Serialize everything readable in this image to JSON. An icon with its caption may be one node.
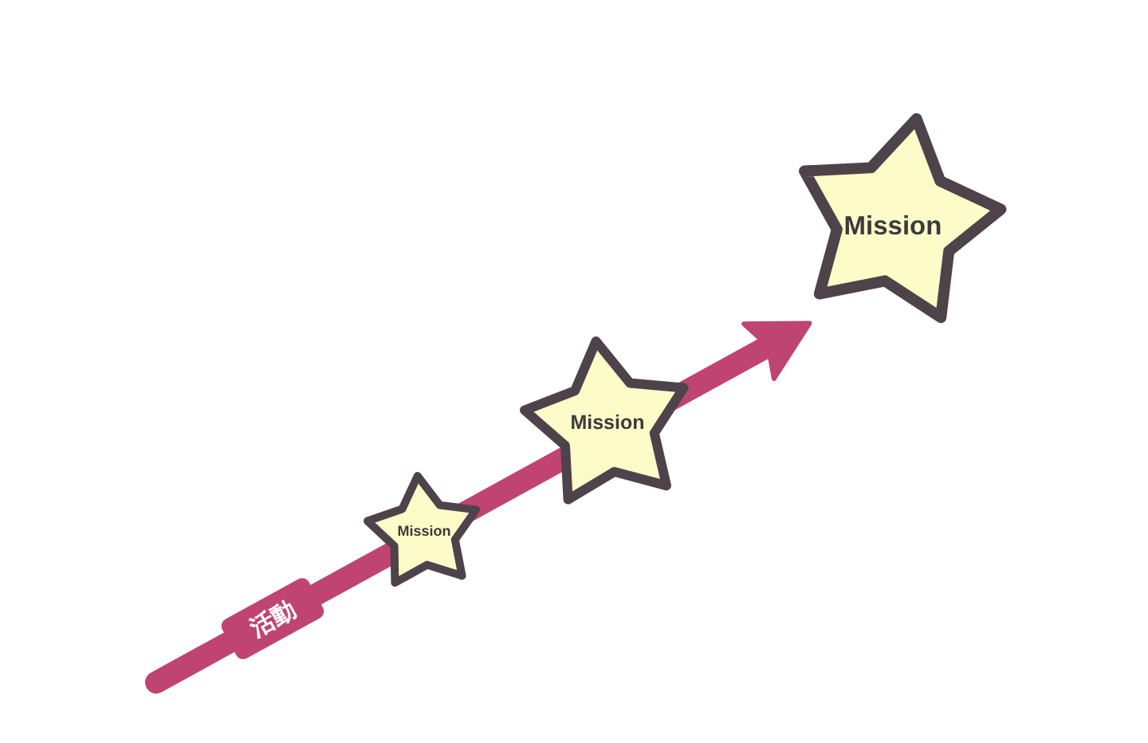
{
  "diagram": {
    "nodes": [
      {
        "text": [
          "Mission"
        ]
      },
      {
        "text": [
          "Mission"
        ]
      },
      {
        "text": [
          "Mission"
        ]
      }
    ],
    "edges": [
      {
        "from": null,
        "to": 2,
        "arrow": "to",
        "label": "活動",
        "color": "#c04470"
      }
    ]
  }
}
